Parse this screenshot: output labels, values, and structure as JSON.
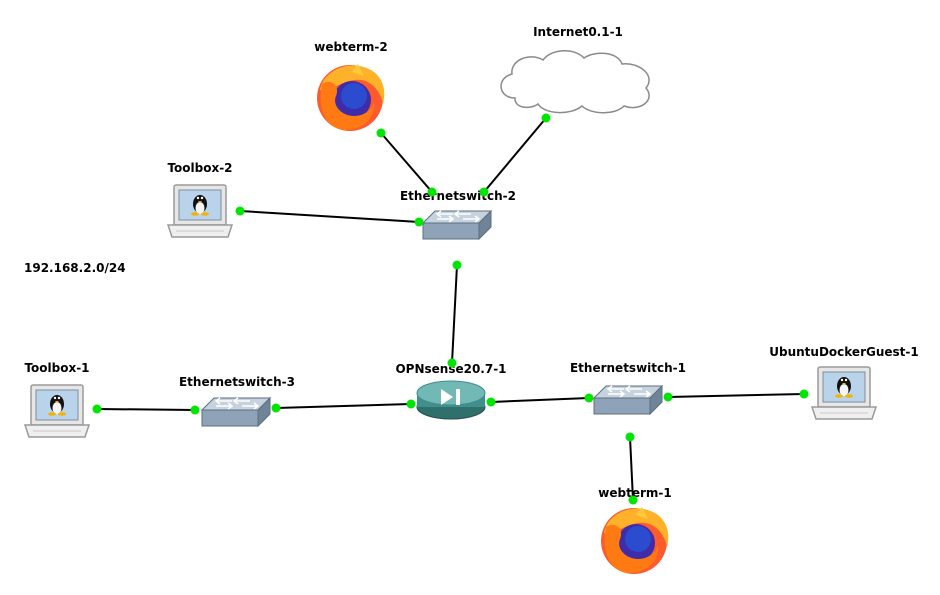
{
  "topology": {
    "subnet_label": "192.168.2.0/24",
    "nodes": {
      "webterm2": "webterm-2",
      "internet": "Internet0.1-1",
      "toolbox2": "Toolbox-2",
      "eswitch2": "Ethernetswitch-2",
      "toolbox1": "Toolbox-1",
      "eswitch3": "Ethernetswitch-3",
      "opnsense": "OPNsense20.7-1",
      "eswitch1": "Ethernetswitch-1",
      "ubuntu": "UbuntuDockerGuest-1",
      "webterm1": "webterm-1"
    }
  },
  "colors": {
    "link_up_dot": "#00e600",
    "switch_body": "#8fa3b8",
    "router_body": "#3f8f8c",
    "cloud_stroke": "#8a8a8a"
  },
  "icons": {
    "webterm": "firefox-icon",
    "toolbox": "linux-computer-icon",
    "switch": "ethernet-switch-icon",
    "router": "router-icon",
    "cloud": "cloud-icon"
  }
}
